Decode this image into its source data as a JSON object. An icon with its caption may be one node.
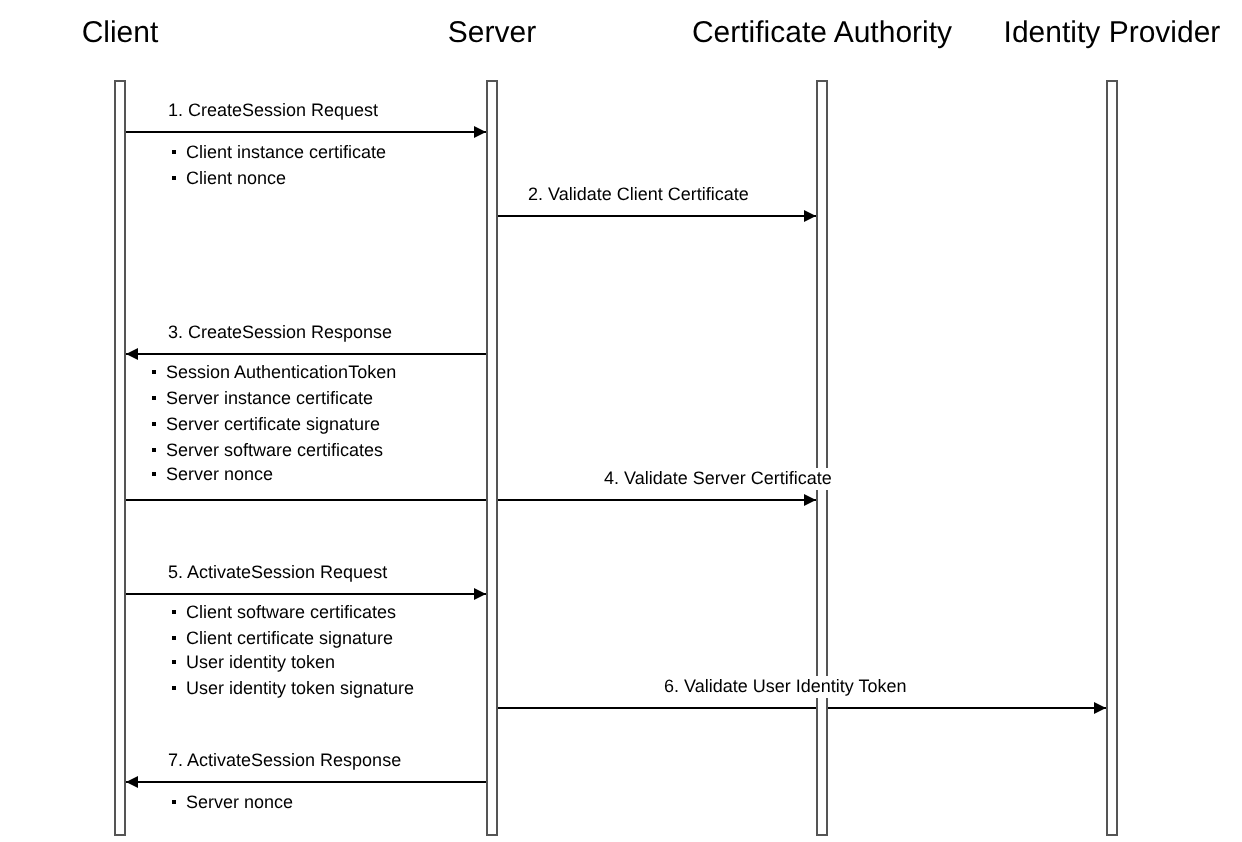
{
  "diagram": {
    "nodes": [
      {
        "text": [
          "Client"
        ]
      },
      {
        "text": [
          "Server"
        ]
      },
      {
        "text": [
          "Certificate Authority"
        ]
      },
      {
        "text": [
          "Identity Provider"
        ]
      }
    ],
    "edges": [
      {
        "from": 0,
        "to": 1,
        "arrow": "to",
        "label": "1. CreateSession Request"
      },
      {
        "from": 1,
        "to": 2,
        "arrow": "to",
        "label": "2. Validate Client Certificate"
      },
      {
        "from": 1,
        "to": 0,
        "arrow": "to",
        "label": "3. CreateSession Response"
      },
      {
        "from": 0,
        "to": 2,
        "arrow": "to",
        "label": "4. Validate Server Certificate"
      },
      {
        "from": 0,
        "to": 1,
        "arrow": "to",
        "label": "5. ActivateSession Request"
      },
      {
        "from": 1,
        "to": 3,
        "arrow": "to",
        "label": "6. Validate User Identity Token"
      },
      {
        "from": 1,
        "to": 0,
        "arrow": "to",
        "label": "7. ActivateSession Response"
      }
    ],
    "labels": [
      "Client instance certificate",
      "Client nonce",
      "Session AuthenticationToken",
      "Server instance certificate",
      "Server certificate signature",
      "Server software certificates",
      "Server nonce",
      "Client software certificates",
      "Client certificate signature",
      "User identity token",
      "User identity token signature",
      "Server nonce"
    ]
  }
}
